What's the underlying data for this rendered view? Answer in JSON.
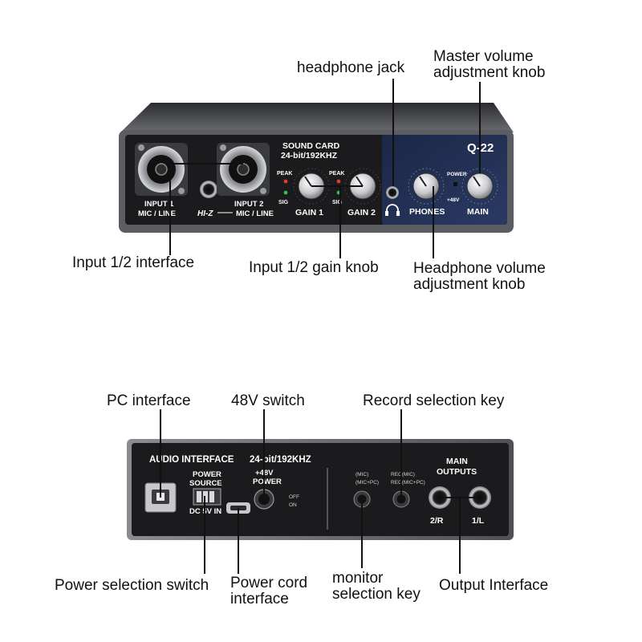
{
  "front": {
    "callouts": {
      "headphone_jack": "headphone jack",
      "master_volume_line1": "Master volume",
      "master_volume_line2": "adjustment knob",
      "input_interface": "Input 1/2 interface",
      "input_gain": "Input 1/2 gain knob",
      "headphone_volume_line1": "Headphone volume",
      "headphone_volume_line2": "adjustment knob"
    },
    "panel": {
      "sound_card": "SOUND CARD",
      "bit_rate": "24-bit/192KHZ",
      "model": "Q-22",
      "input1_line1": "INPUT 1",
      "input1_line2": "MIC / LINE",
      "hiz": "HI-Z",
      "input2_line1": "INPUT 2",
      "input2_line2": "MIC / LINE",
      "peak": "PEAK",
      "sig": "SIG",
      "gain1": "GAIN 1",
      "gain2": "GAIN 2",
      "phones": "PHONES",
      "main": "MAIN",
      "power": "POWER",
      "phantom": "+48V"
    }
  },
  "back": {
    "callouts": {
      "pc_interface": "PC interface",
      "switch_48v": "48V switch",
      "record_key": "Record selection key",
      "power_switch": "Power selection switch",
      "power_cord_line1": "Power cord",
      "power_cord_line2": "interface",
      "monitor_line1": "monitor",
      "monitor_line2": "selection key",
      "output_interface": "Output Interface"
    },
    "panel": {
      "audio_interface": "AUDIO INTERFACE",
      "bit_rate": "24-bit/192KHZ",
      "power_source_line1": "POWER",
      "power_source_line2": "SOURCE",
      "dc_in": "DC 5V IN",
      "phantom_line1": "+48V",
      "phantom_line2": "POWER",
      "off": "OFF",
      "on": "ON",
      "mic": "(MIC)",
      "mic_pc": "(MIC+PC)",
      "rec_mic": "REC(MIC)",
      "rec_mic_pc": "REC(MIC+PC)",
      "main_outputs_line1": "MAIN",
      "main_outputs_line2": "OUTPUTS",
      "out_right": "2/R",
      "out_left": "1/L"
    }
  },
  "colors": {
    "panel_dark": "#1b1b1d",
    "chassis": "#6b6d72",
    "right_section": "#1d2a4a",
    "led_red": "#e23a2e",
    "led_green": "#2fbf4a"
  }
}
